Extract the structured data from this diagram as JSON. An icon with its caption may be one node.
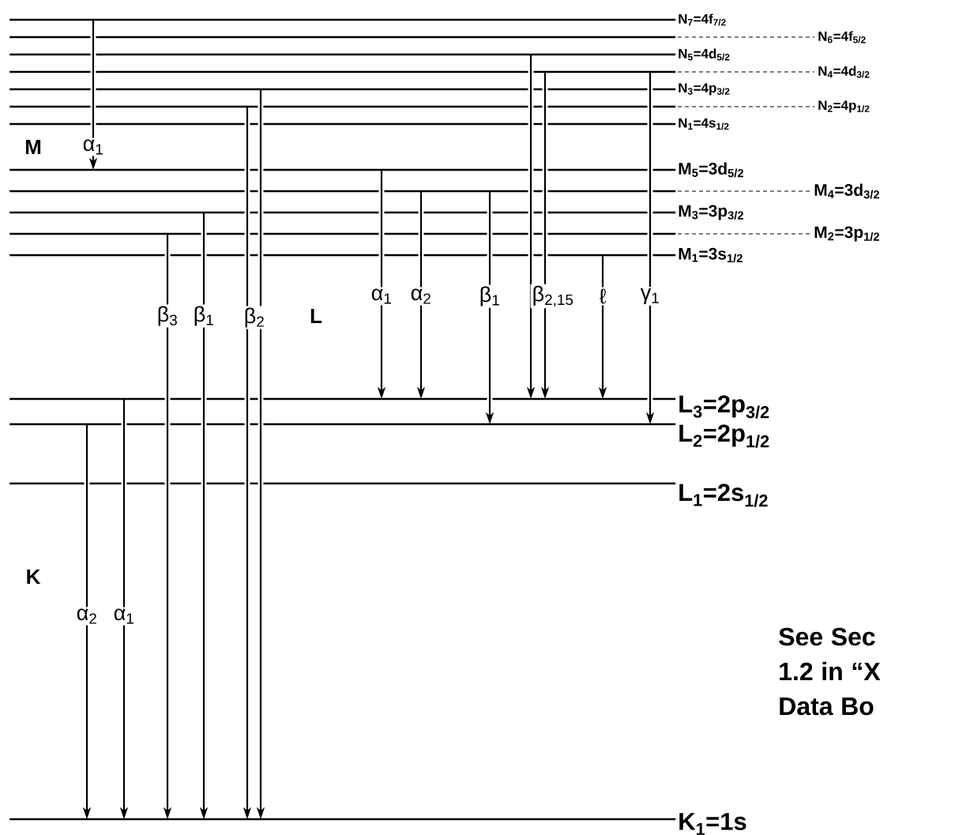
{
  "diagram": {
    "nodes": [
      {
        "text": [
          "N$_{7}$=4f$_{7/2}$"
        ]
      },
      {
        "text": [
          "N$_{6}$=4f$_{5/2}$"
        ]
      },
      {
        "text": [
          "N$_{5}$=4d$_{5/2}$"
        ]
      },
      {
        "text": [
          "N$_{4}$=4d$_{3/2}$"
        ]
      },
      {
        "text": [
          "N$_{3}$=4p$_{3/2}$"
        ]
      },
      {
        "text": [
          "N$_{2}$=4p$_{1/2}$"
        ]
      },
      {
        "text": [
          "N$_{1}$=4s$_{1/2}$"
        ]
      },
      {
        "text": [
          "M$_{5}$=3d$_{5/2}$"
        ]
      },
      {
        "text": [
          "M$_{4}$=3d$_{3/2}$"
        ]
      },
      {
        "text": [
          "M$_{3}$=3p$_{3/2}$"
        ]
      },
      {
        "text": [
          "M$_{2}$=3p$_{1/2}$"
        ]
      },
      {
        "text": [
          "M$_{1}$=3s$_{1/2}$"
        ]
      },
      {
        "text": [
          "L$_{3}$=2p$_{3/2}$"
        ]
      },
      {
        "text": [
          "L$_{2}$=2p$_{1/2}$"
        ]
      },
      {
        "text": [
          "L$_{1}$=2s$_{1/2}$"
        ]
      },
      {
        "text": [
          "K$_{1}$=1s"
        ]
      }
    ],
    "edges": [
      {
        "from": 0,
        "to": 7,
        "arrow": "to",
        "label": "α$_{1}$"
      },
      {
        "from": 7,
        "to": 12,
        "arrow": "to",
        "label": "α$_{1}$"
      },
      {
        "from": 8,
        "to": 12,
        "arrow": "to",
        "label": "α$_{2}$"
      },
      {
        "from": 8,
        "to": 13,
        "arrow": "to",
        "label": "β$_{1}$"
      },
      {
        "from": 2,
        "to": 12,
        "arrow": "to",
        "label": "β$_{2,15}$"
      },
      {
        "from": 3,
        "to": 12,
        "arrow": "to"
      },
      {
        "from": 11,
        "to": 12,
        "arrow": "to",
        "label": "ℓ",
        "color": "#000000"
      },
      {
        "from": 3,
        "to": 13,
        "arrow": "to",
        "label": "γ$_{1}$"
      },
      {
        "from": 13,
        "to": 15,
        "arrow": "to",
        "label": "α$_{2}$"
      },
      {
        "from": 12,
        "to": 15,
        "arrow": "to",
        "label": "α$_{1}$"
      },
      {
        "from": 10,
        "to": 15,
        "arrow": "to",
        "label": "β$_{3}$"
      },
      {
        "from": 9,
        "to": 15,
        "arrow": "to",
        "label": "β$_{1}$"
      },
      {
        "from": 5,
        "to": 15,
        "arrow": "to",
        "label": "β$_{2}$"
      },
      {
        "from": 4,
        "to": 15,
        "arrow": "to"
      }
    ],
    "labels": [
      "M",
      "L",
      "K",
      "See Sec 1.2 in “X Data Bo"
    ]
  }
}
